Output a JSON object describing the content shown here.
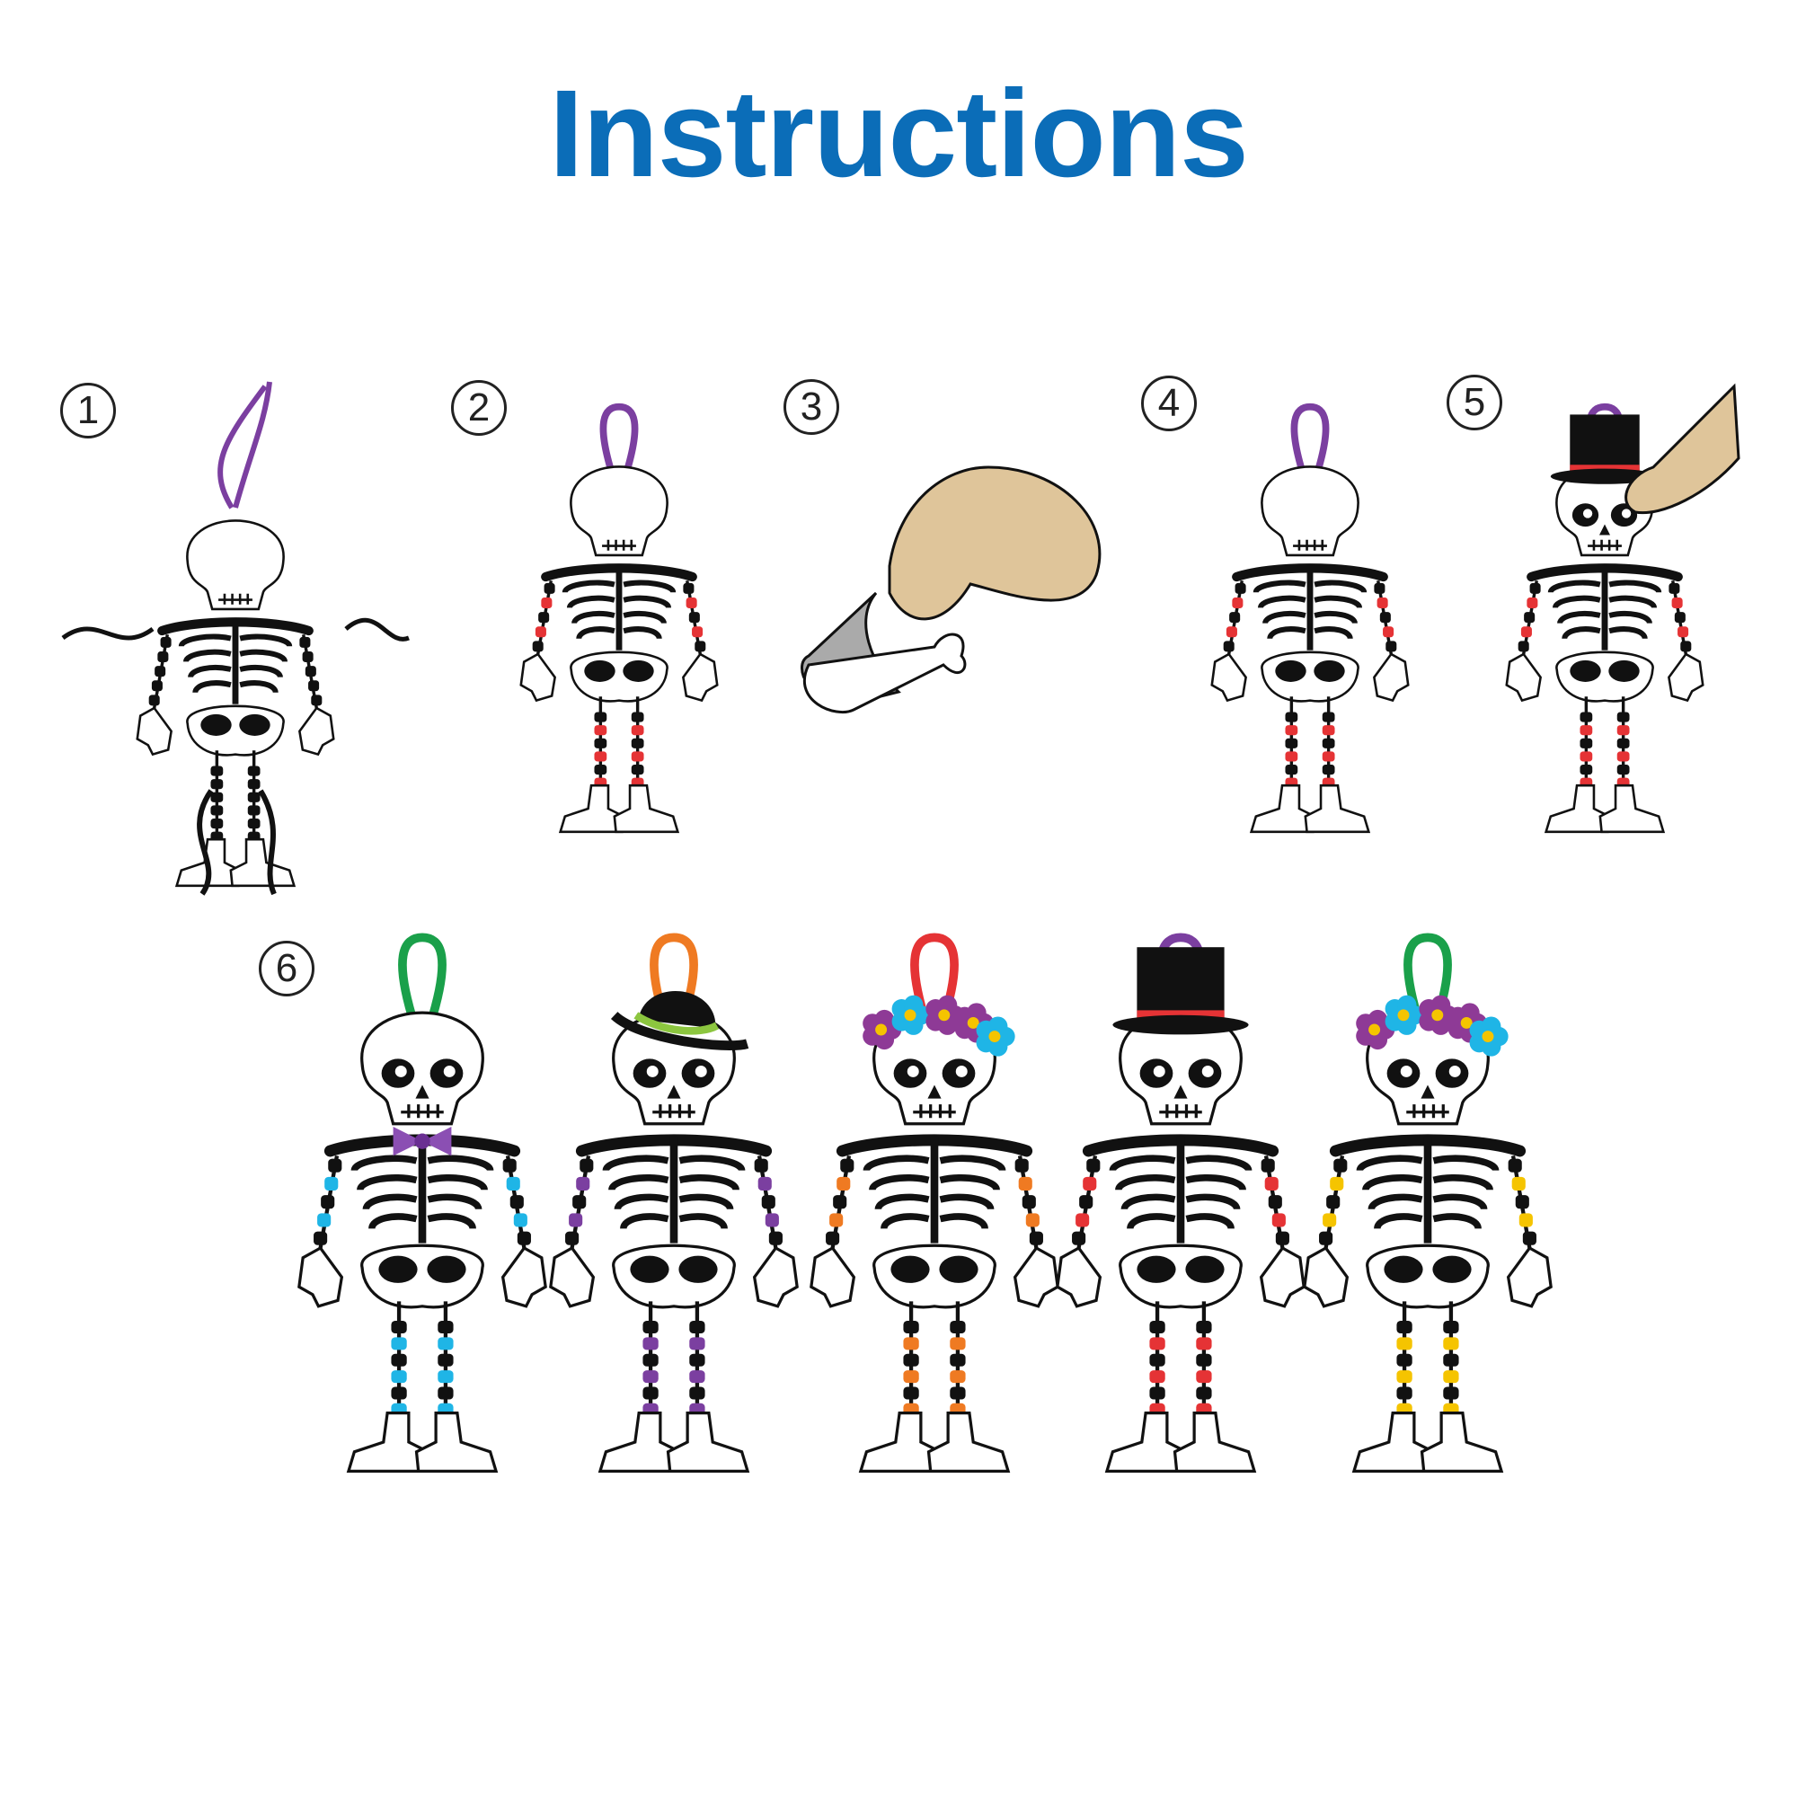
{
  "title": "Instructions",
  "steps": [
    {
      "number": "1"
    },
    {
      "number": "2"
    },
    {
      "number": "3"
    },
    {
      "number": "4"
    },
    {
      "number": "5"
    },
    {
      "number": "6"
    }
  ],
  "colors": {
    "title": "#0b6db8",
    "purple": "#7b3fa0",
    "red": "#e53335",
    "green": "#1aa04a",
    "orange": "#ef7a22",
    "cyan": "#1fb5e6",
    "yellow": "#f5c400",
    "skin": "#dfc59a"
  },
  "finished_examples": [
    {
      "loop": "#1aa04a",
      "beads": "#1fb5e6",
      "accessory": "bow-tie"
    },
    {
      "loop": "#ef7a22",
      "beads": "#7b3fa0",
      "accessory": "bowler-hat"
    },
    {
      "loop": "#e53335",
      "beads": "#ef7a22",
      "accessory": "flower-crown"
    },
    {
      "loop": "#7b3fa0",
      "beads": "#e53335",
      "accessory": "top-hat"
    },
    {
      "loop": "#1aa04a",
      "beads": "#f5c400",
      "accessory": "flower-crown"
    }
  ]
}
